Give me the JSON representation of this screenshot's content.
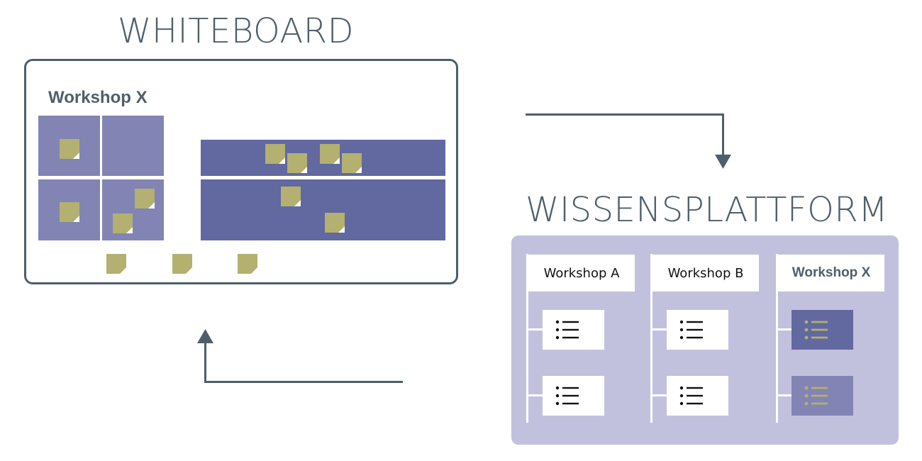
{
  "whiteboard": {
    "heading": "WHITEBOARD",
    "board_title": "Workshop X"
  },
  "wissensplattform": {
    "heading": "WISSENSPLATTFORM",
    "columns": [
      {
        "label": "Workshop A",
        "active": false
      },
      {
        "label": "Workshop B",
        "active": false
      },
      {
        "label": "Workshop X",
        "active": true
      }
    ]
  },
  "icons": {
    "sticky_note": "sticky-note-icon",
    "document_list": "list-icon",
    "arrow": "arrow-icon"
  },
  "colors": {
    "text": "#4d5f6a",
    "grid_cell": "#8284b4",
    "grid_band": "#6268a0",
    "sticky_note": "#b4b070",
    "panel": "#c2c1dd"
  }
}
